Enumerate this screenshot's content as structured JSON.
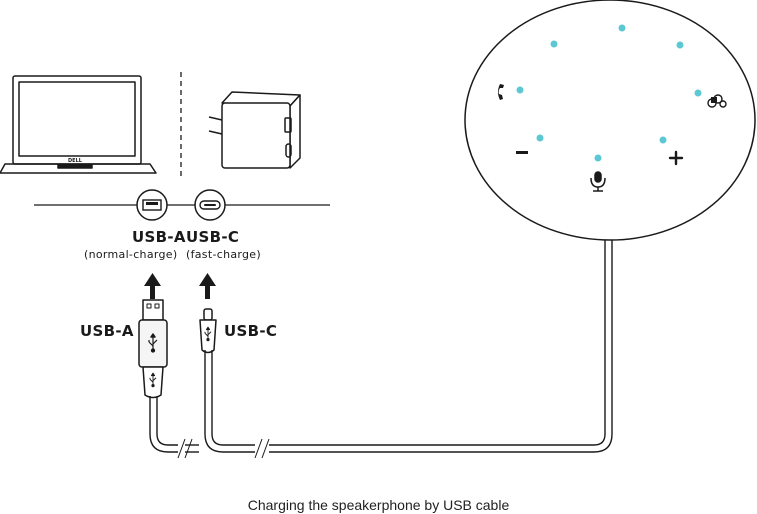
{
  "labels": {
    "port_a": "USB-A",
    "port_a_note": "(normal-charge)",
    "port_c": "USB-C",
    "port_c_note": "(fast-charge)",
    "cable_a": "USB-A",
    "cable_c": "USB-C",
    "laptop_brand": "DELL"
  },
  "caption": "Charging the speakerphone by USB cable",
  "colors": {
    "line": "#1a1a1a",
    "led": "#5bc8d3",
    "plug_fill": "#f5f5f5"
  },
  "icons": [
    "laptop-icon",
    "wall-charger-icon",
    "usb-a-port-icon",
    "usb-c-port-icon",
    "usb-a-cable-icon",
    "usb-c-cable-icon",
    "speakerphone-icon",
    "phone-icon",
    "teams-icon",
    "minus-icon",
    "plus-icon",
    "microphone-icon",
    "usb-symbol-icon",
    "arrow-up-icon"
  ]
}
